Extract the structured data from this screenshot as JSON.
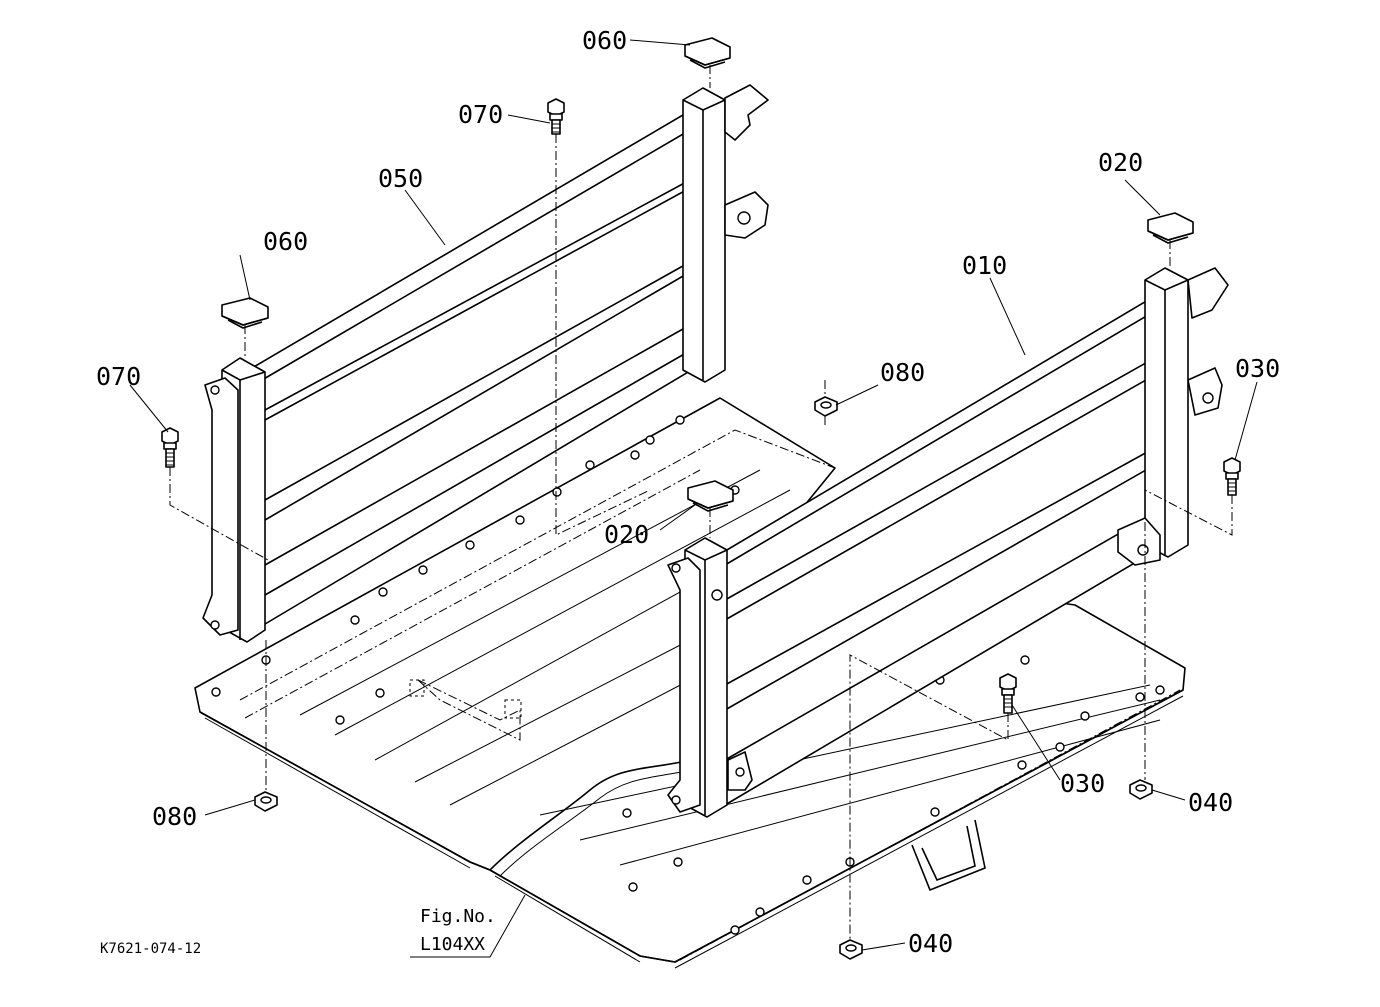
{
  "diagram": {
    "callouts": {
      "c060_top": "060",
      "c070_top": "070",
      "c050": "050",
      "c060_left": "060",
      "c070_left": "070",
      "c020_right": "020",
      "c010": "010",
      "c080_right": "080",
      "c030_right": "030",
      "c020_mid": "020",
      "c080_left": "080",
      "c030_mid": "030",
      "c040_right": "040",
      "c040_bottom": "040"
    },
    "fig_ref": {
      "line1": "Fig.No.",
      "line2": "L104XX"
    },
    "drawing_number": "K7621-074-12"
  }
}
